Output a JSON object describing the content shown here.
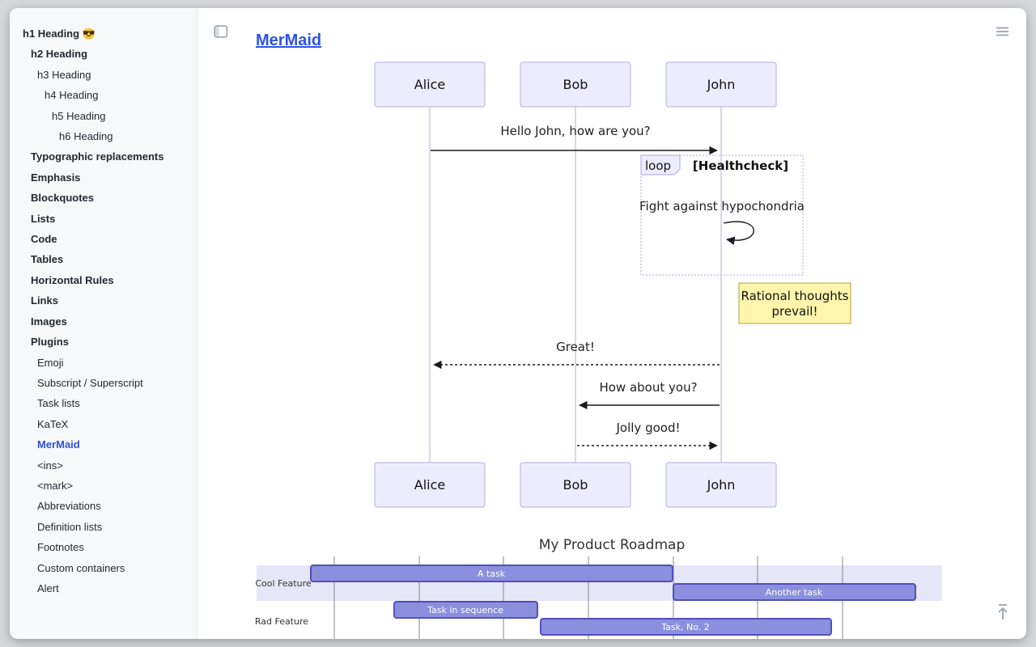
{
  "header": {
    "title": "MerMaid",
    "icons": {
      "toggle": "sidebar-panel-icon",
      "menu": "hamburger-menu-icon",
      "scroll_top": "scroll-to-top-icon"
    }
  },
  "sidebar": {
    "items": [
      {
        "label": "h1 Heading 😎"
      },
      {
        "label": "h2 Heading"
      },
      {
        "label": "h3 Heading"
      },
      {
        "label": "h4 Heading"
      },
      {
        "label": "h5 Heading"
      },
      {
        "label": "h6 Heading"
      },
      {
        "label": "Typographic replacements"
      },
      {
        "label": "Emphasis"
      },
      {
        "label": "Blockquotes"
      },
      {
        "label": "Lists"
      },
      {
        "label": "Code"
      },
      {
        "label": "Tables"
      },
      {
        "label": "Horizontal Rules"
      },
      {
        "label": "Links"
      },
      {
        "label": "Images"
      },
      {
        "label": "Plugins"
      },
      {
        "label": "Emoji"
      },
      {
        "label": "Subscript / Superscript"
      },
      {
        "label": "Task lists"
      },
      {
        "label": "KaTeX"
      },
      {
        "label": "MerMaid"
      },
      {
        "label": "<ins>"
      },
      {
        "label": "<mark>"
      },
      {
        "label": "Abbreviations"
      },
      {
        "label": "Definition lists"
      },
      {
        "label": "Footnotes"
      },
      {
        "label": "Custom containers"
      },
      {
        "label": "Alert"
      }
    ]
  },
  "sequence": {
    "actors": [
      "Alice",
      "Bob",
      "John"
    ],
    "messages": {
      "hello": {
        "from": "Alice",
        "to": "John",
        "style": "solid",
        "text": "Hello John, how are you?"
      },
      "great": {
        "from": "John",
        "to": "Alice",
        "style": "dashed",
        "text": "Great!"
      },
      "how_about": {
        "from": "John",
        "to": "Bob",
        "style": "solid",
        "text": "How about you?"
      },
      "jolly": {
        "from": "Bob",
        "to": "John",
        "style": "dashed",
        "text": "Jolly good!"
      }
    },
    "loop": {
      "label": "loop",
      "condition": "[Healthcheck]",
      "self_message": "Fight against hypochondria"
    },
    "note": {
      "position": "right of John",
      "lines": [
        "Rational thoughts",
        "prevail!"
      ]
    }
  },
  "chart_data": {
    "type": "gantt",
    "title": "My Product Roadmap",
    "legend_position": "none",
    "grid": true,
    "sections": [
      {
        "name": "Cool Feature",
        "tasks": [
          {
            "label": "A task"
          },
          {
            "label": "Another task"
          }
        ]
      },
      {
        "name": "Rad Feature",
        "tasks": [
          {
            "label": "Task in sequence"
          },
          {
            "label": "Task, No. 2"
          }
        ]
      }
    ],
    "colors": {
      "task_fill": "#8a90dd",
      "task_border": "#534fbc",
      "section_band": "#e6e6f9",
      "actor_fill": "#ececff",
      "note_fill": "#fff5ad",
      "accent_blue": "#2c50d8"
    }
  }
}
